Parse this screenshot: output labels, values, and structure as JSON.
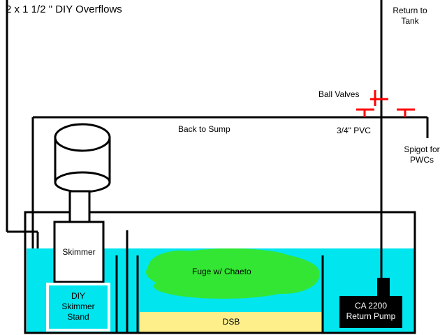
{
  "colors": {
    "water": "#00e5ee",
    "sand": "#ffef8a",
    "chaeto": "#33e633",
    "valve": "#ff0000",
    "pump": "#000000",
    "line": "#000000"
  },
  "labels": {
    "overflows": "2 x 1 1/2 \" DIY Overflows",
    "return_to_tank_1": "Return to",
    "return_to_tank_2": "Tank",
    "ball_valves": "Ball Valves",
    "back_to_sump": "Back to Sump",
    "pvc": "3/4\" PVC",
    "spigot_1": "Spigot for",
    "spigot_2": "PWCs",
    "skimmer": "Skimmer",
    "stand_1": "DIY",
    "stand_2": "Skimmer",
    "stand_3": "Stand",
    "fuge": "Fuge w/ Chaeto",
    "dsb": "DSB",
    "pump_1": "CA 2200",
    "pump_2": "Return Pump"
  },
  "icons": [
    "skimmer-cup-icon",
    "ball-valve-icon",
    "return-pump-icon"
  ]
}
